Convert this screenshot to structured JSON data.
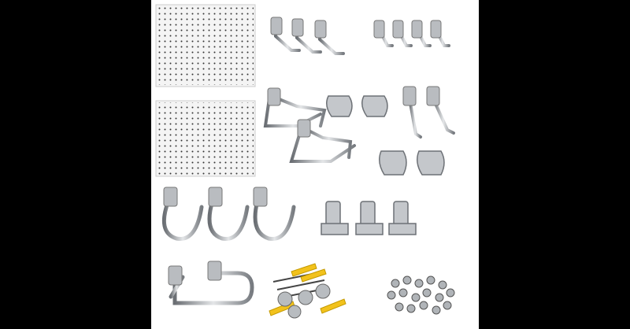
{
  "colors": {
    "background": "#000000",
    "stage": "#ffffff",
    "pegboard": "#f4f4f4",
    "hole": "#333333",
    "metal": "#a9adb2",
    "metal_dark": "#5d6166",
    "anchor": "#f2c21c",
    "washer": "#b8bcc0"
  },
  "products": [
    {
      "name": "pegboard",
      "count": 2
    },
    {
      "name": "single-rod-hook",
      "count": 3
    },
    {
      "name": "short-hook",
      "count": 4
    },
    {
      "name": "double-rod-hook",
      "count": 2
    },
    {
      "name": "spring-clip",
      "count": 4
    },
    {
      "name": "straight-hook",
      "count": 2
    },
    {
      "name": "j-hook",
      "count": 3
    },
    {
      "name": "tool-holder-clip",
      "count": 3
    },
    {
      "name": "u-hook",
      "count": 2
    },
    {
      "name": "wall-anchor-set",
      "count": 1
    },
    {
      "name": "screw-set",
      "count": 1
    }
  ]
}
